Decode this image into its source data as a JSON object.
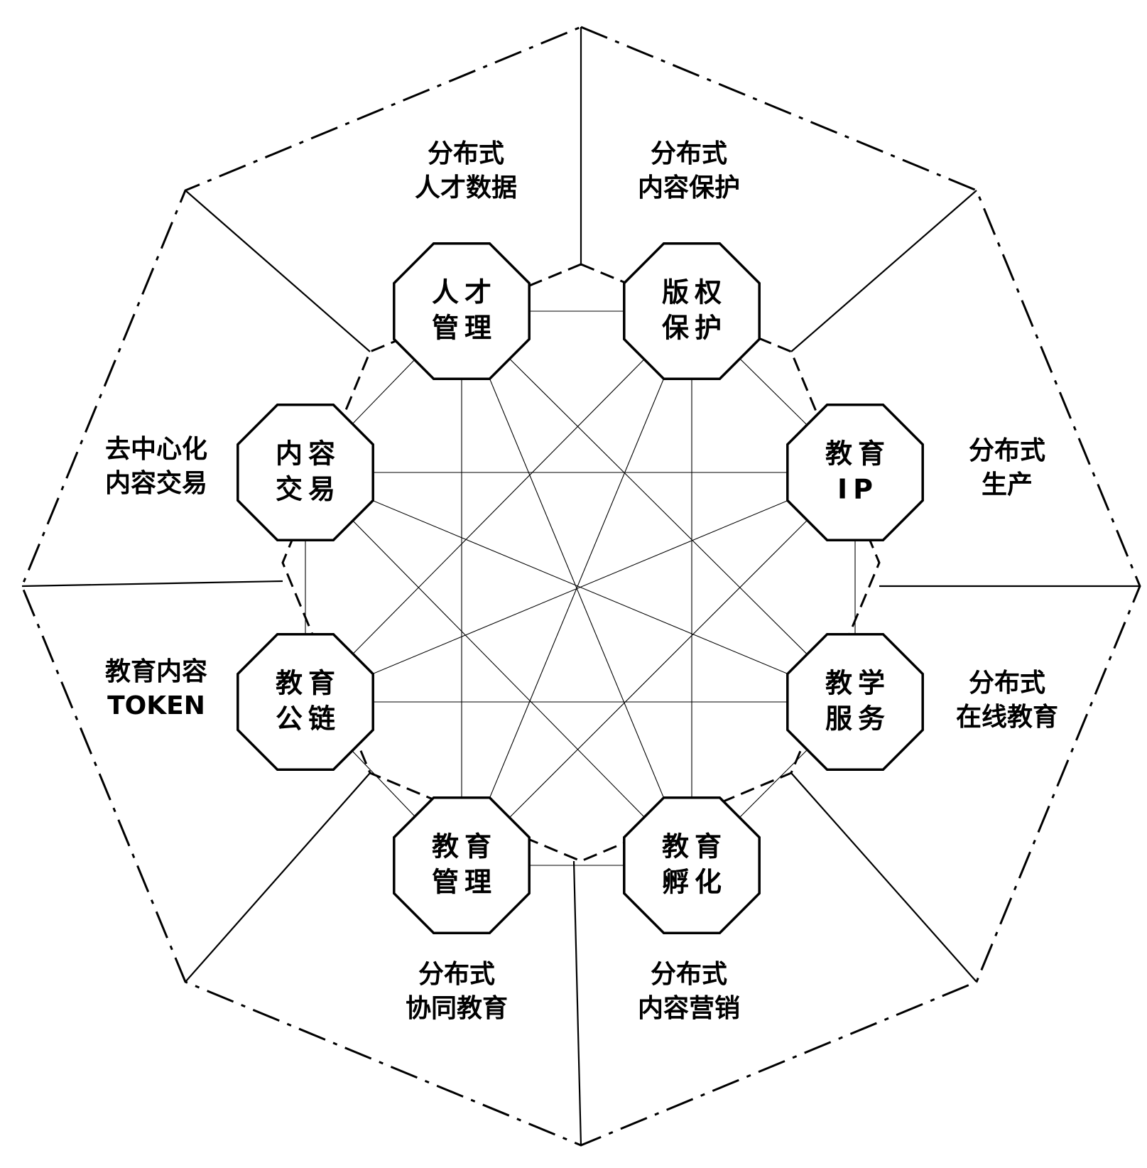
{
  "colors": {
    "stroke": "#000000",
    "fill": "#ffffff",
    "text": "#000000"
  },
  "nodes": [
    {
      "id": "talent-management",
      "lines": [
        "人才",
        "管理"
      ]
    },
    {
      "id": "copyright-protection",
      "lines": [
        "版权",
        "保护"
      ]
    },
    {
      "id": "education-ip",
      "lines": [
        "教育",
        "IP"
      ]
    },
    {
      "id": "teaching-service",
      "lines": [
        "教学",
        "服务"
      ]
    },
    {
      "id": "education-incubation",
      "lines": [
        "教育",
        "孵化"
      ]
    },
    {
      "id": "education-management",
      "lines": [
        "教育",
        "管理"
      ]
    },
    {
      "id": "education-public-chain",
      "lines": [
        "教育",
        "公链"
      ]
    },
    {
      "id": "content-trading",
      "lines": [
        "内容",
        "交易"
      ]
    }
  ],
  "segments": [
    {
      "id": "distributed-talent-data",
      "lines": [
        "分布式",
        "人才数据"
      ]
    },
    {
      "id": "distributed-content-protection",
      "lines": [
        "分布式",
        "内容保护"
      ]
    },
    {
      "id": "distributed-production",
      "lines": [
        "分布式",
        "生产"
      ]
    },
    {
      "id": "distributed-online-education",
      "lines": [
        "分布式",
        "在线教育"
      ]
    },
    {
      "id": "distributed-content-marketing",
      "lines": [
        "分布式",
        "内容营销"
      ]
    },
    {
      "id": "distributed-collaborative-education",
      "lines": [
        "分布式",
        "协同教育"
      ]
    },
    {
      "id": "education-content-token",
      "lines": [
        "教育内容",
        "TOKEN"
      ]
    },
    {
      "id": "decentralized-content-trading",
      "lines": [
        "去中心化",
        "内容交易"
      ]
    }
  ]
}
